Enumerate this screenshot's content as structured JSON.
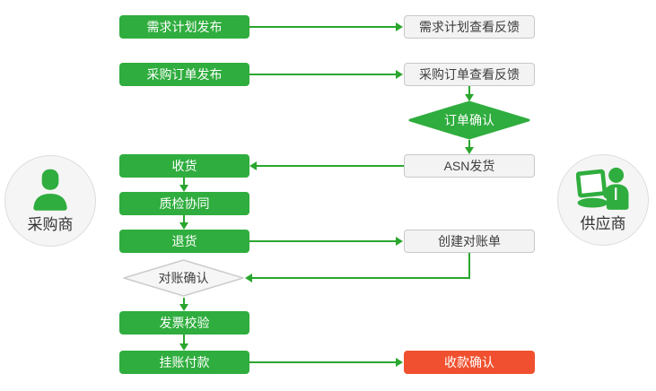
{
  "palette": {
    "green": "#2fad3e",
    "line_green": "#2aa62e",
    "red": "#f0502f",
    "gray_fill": "#f3f3f3",
    "gray_border": "#c8c8c8",
    "dark_text": "#3e3e3e",
    "white_text": "#ffffff",
    "actor_fill": "#f5f5f5"
  },
  "actors": {
    "buyer": {
      "label": "采购商",
      "icon": "person-icon"
    },
    "supplier": {
      "label": "供应商",
      "icon": "person-laptop-icon"
    }
  },
  "nodes": {
    "demand_plan_publish": {
      "label": "需求计划发布",
      "type": "process",
      "color": "green"
    },
    "demand_plan_feedback": {
      "label": "需求计划查看反馈",
      "type": "process",
      "color": "gray"
    },
    "purchase_order_publish": {
      "label": "采购订单发布",
      "type": "process",
      "color": "green"
    },
    "purchase_order_feedback": {
      "label": "采购订单查看反馈",
      "type": "process",
      "color": "gray"
    },
    "order_confirm": {
      "label": "订单确认",
      "type": "decision",
      "color": "green"
    },
    "asn_shipping": {
      "label": "ASN发货",
      "type": "process",
      "color": "gray"
    },
    "receiving": {
      "label": "收货",
      "type": "process",
      "color": "green"
    },
    "quality_collaboration": {
      "label": "质检协同",
      "type": "process",
      "color": "green"
    },
    "returns": {
      "label": "退货",
      "type": "process",
      "color": "green"
    },
    "create_statement": {
      "label": "创建对账单",
      "type": "process",
      "color": "gray"
    },
    "statement_confirm": {
      "label": "对账确认",
      "type": "decision",
      "color": "gray"
    },
    "invoice_check": {
      "label": "发票校验",
      "type": "process",
      "color": "green"
    },
    "booked_payment": {
      "label": "挂账付款",
      "type": "process",
      "color": "green"
    },
    "receipt_confirm": {
      "label": "收款确认",
      "type": "process",
      "color": "red"
    }
  }
}
